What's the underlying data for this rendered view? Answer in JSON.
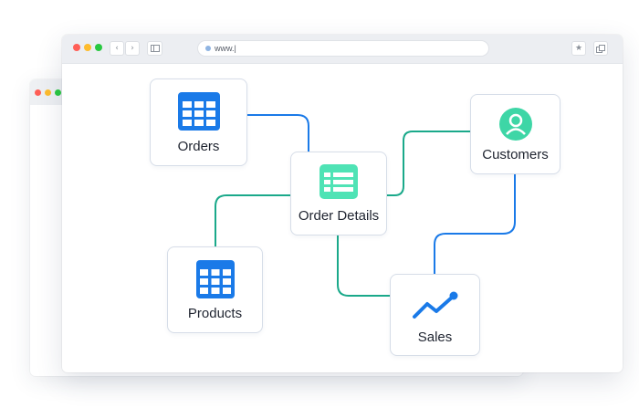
{
  "browser": {
    "url": "www.|",
    "colors": {
      "red": "#ff5f57",
      "yellow": "#febc2e",
      "green": "#28c840"
    }
  },
  "nodes": {
    "orders": {
      "label": "Orders",
      "icon": "table-grid-icon",
      "color": "#1a7ae8"
    },
    "order_details": {
      "label": "Order Details",
      "icon": "list-table-icon",
      "color": "#4fe3b5"
    },
    "customers": {
      "label": "Customers",
      "icon": "user-avatar-icon",
      "color": "#3ed6a6"
    },
    "products": {
      "label": "Products",
      "icon": "table-grid-icon",
      "color": "#1a7ae8"
    },
    "sales": {
      "label": "Sales",
      "icon": "trend-up-icon",
      "color": "#1a7ae8"
    }
  },
  "links": [
    {
      "from": "Orders",
      "to": "Order Details",
      "color": "#1a7ae8"
    },
    {
      "from": "Order Details",
      "to": "Customers",
      "color": "#1aa98a"
    },
    {
      "from": "Order Details",
      "to": "Products",
      "color": "#1aa98a"
    },
    {
      "from": "Order Details",
      "to": "Sales",
      "color": "#1aa98a"
    },
    {
      "from": "Customers",
      "to": "Sales",
      "color": "#1a7ae8"
    }
  ]
}
